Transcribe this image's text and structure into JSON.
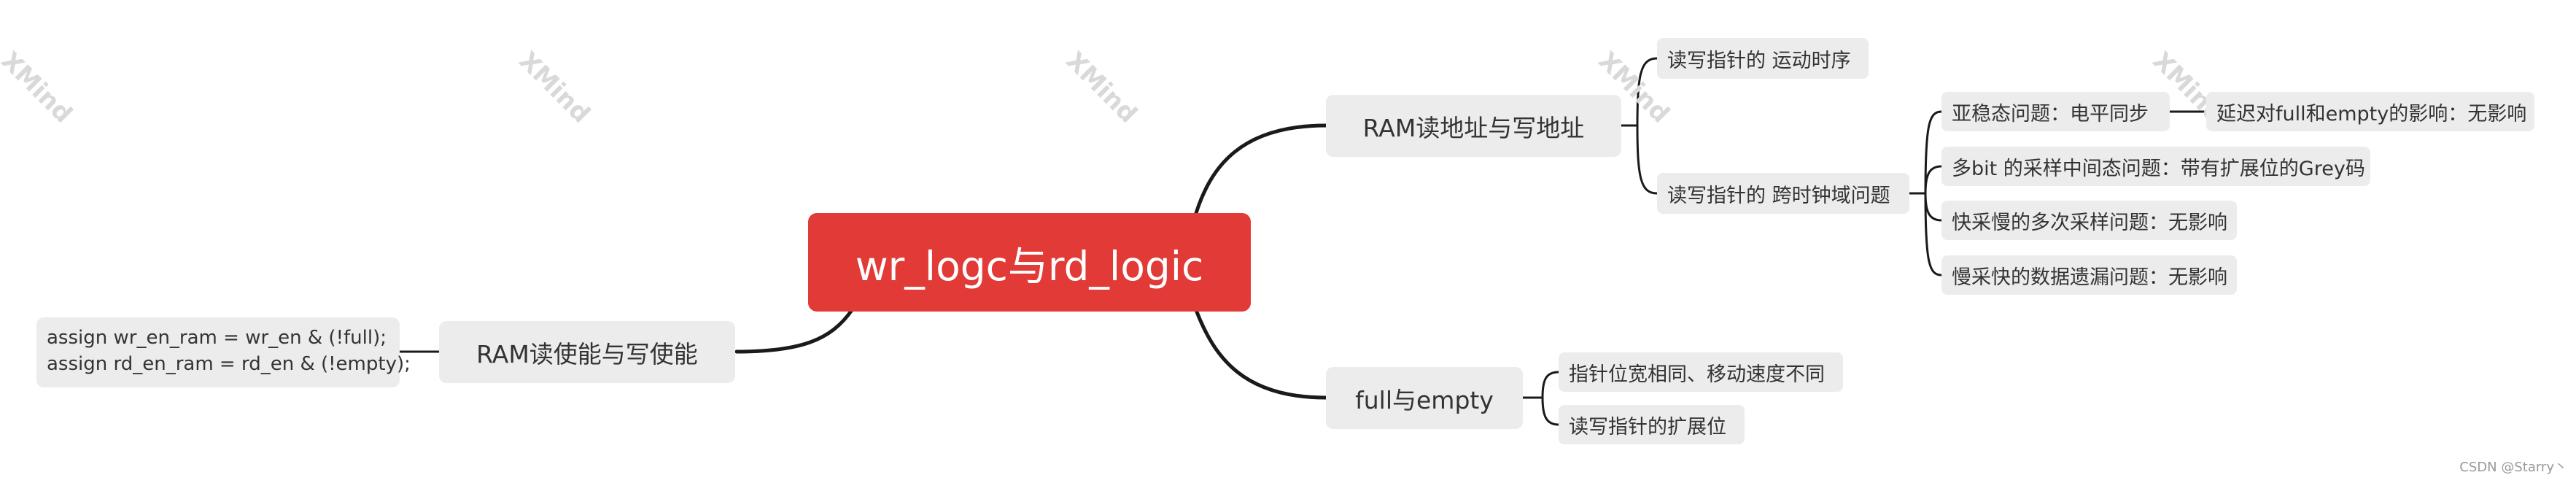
{
  "root": "wr_logc与rd_logic",
  "branches": {
    "ram_addr": {
      "label": "RAM读地址与写地址",
      "children": {
        "timing": "读写指针的 运动时序",
        "cdc": {
          "label": "读写指针的 跨时钟域问题",
          "items": [
            "亚稳态问题：电平同步",
            "多bit 的采样中间态问题：带有扩展位的Grey码",
            "快采慢的多次采样问题：无影响",
            "慢采快的数据遗漏问题：无影响"
          ],
          "sync_note": "延迟对full和empty的影响：无影响"
        }
      }
    },
    "full_empty": {
      "label": "full与empty",
      "items": [
        "指针位宽相同、移动速度不同",
        "读写指针的扩展位"
      ]
    },
    "ram_enable": {
      "label": "RAM读使能与写使能",
      "code": [
        "assign wr_en_ram = wr_en & (!full);",
        "assign rd_en_ram = rd_en & (!empty);"
      ]
    }
  },
  "watermark": "XMind",
  "footer": "CSDN @Starry丶",
  "colors": {
    "root": "#e23a36",
    "node": "#ececec",
    "line": "#1a1a1a"
  }
}
